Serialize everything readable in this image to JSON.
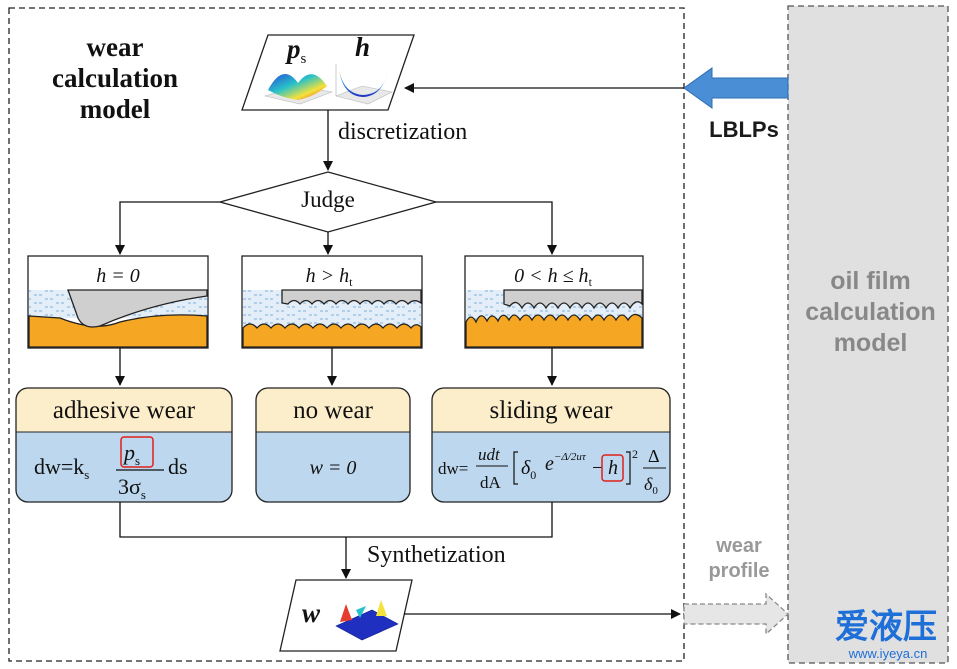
{
  "left_panel": {
    "title": "wear\ncalculation\nmodel"
  },
  "right_panel": {
    "title": "oil film\ncalculation\nmodel"
  },
  "input_data": {
    "var1": "p",
    "var1_sub": "s",
    "var2": "h"
  },
  "arrows": {
    "lblps": "LBLPs",
    "wear_profile": "wear\nprofile"
  },
  "steps": {
    "discretization": "discretization",
    "judge": "Judge",
    "synthetization": "Synthetization"
  },
  "conditions": {
    "c1": "h = 0",
    "c2_lhs": "h > h",
    "c2_sub": "t",
    "c3_lhs": "0 <  h ≤ h",
    "c3_sub": "t"
  },
  "regimes": [
    {
      "title": "adhesive wear"
    },
    {
      "title": "no wear",
      "formula": "w = 0"
    },
    {
      "title": "sliding wear"
    }
  ],
  "adhesive_formula": {
    "lhs": "dw=k",
    "k_sub": "s",
    "num": "p",
    "num_sub": "s",
    "den": "3σ",
    "den_sub": "s",
    "tail": "ds"
  },
  "sliding_formula": {
    "lhs": "dw=",
    "num": "udt",
    "den": "dA",
    "delta": "δ",
    "delta_sub": "0",
    "exp": "e",
    "exp_sup": "−Δ/2uτ",
    "minus": "−",
    "h": "h",
    "pow": "2",
    "delta2": "Δ",
    "delta2_den": "δ",
    "delta2_den_sub": "0"
  },
  "output": {
    "var": "w"
  },
  "watermark": {
    "logo": "爱液压",
    "url": "www.iyeya.cn"
  },
  "colors": {
    "header_fill": "#fdeecb",
    "body_fill": "#bdd7ee",
    "orange": "#f5a623",
    "water": "#e3eef8",
    "blue_arrow": "#4a8fd6",
    "grey_panel": "#e0e0e0"
  }
}
